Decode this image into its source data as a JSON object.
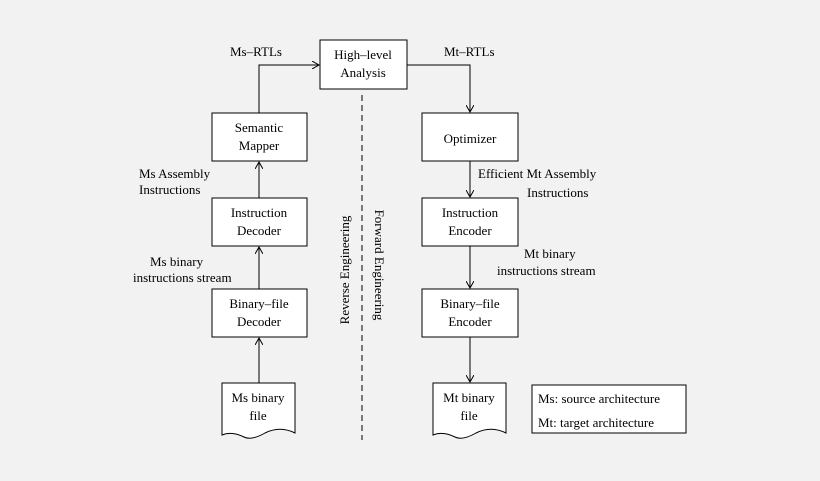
{
  "nodes": {
    "high_level": [
      "High–level",
      "Analysis"
    ],
    "semantic_mapper": [
      "Semantic",
      "Mapper"
    ],
    "instruction_decoder": [
      "Instruction",
      "Decoder"
    ],
    "binary_file_decoder": [
      "Binary–file",
      "Decoder"
    ],
    "ms_binary_file": [
      "Ms binary",
      "file"
    ],
    "optimizer": [
      "Optimizer"
    ],
    "instruction_encoder": [
      "Instruction",
      "Encoder"
    ],
    "binary_file_encoder": [
      "Binary–file",
      "Encoder"
    ],
    "mt_binary_file": [
      "Mt binary",
      "file"
    ]
  },
  "edge_labels": {
    "ms_rtls": "Ms–RTLs",
    "mt_rtls": "Mt–RTLs",
    "ms_assembly": [
      "Ms Assembly",
      "Instructions"
    ],
    "ms_binary_stream": [
      "Ms binary",
      "instructions stream"
    ],
    "efficient_mt_assembly": [
      "Efficient Mt Assembly",
      "Instructions"
    ],
    "mt_binary_stream": [
      "Mt binary",
      "instructions stream"
    ]
  },
  "side_labels": {
    "reverse": "Reverse Engineering",
    "forward": "Forward Engineering"
  },
  "legend": [
    "Ms: source architecture",
    "Mt: target architecture"
  ]
}
